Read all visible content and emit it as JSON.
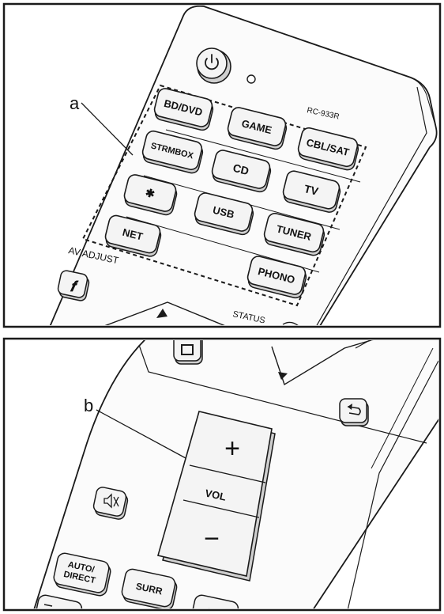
{
  "top_panel": {
    "callout_a": "a",
    "model": "RC-933R",
    "av_adjust": "AV ADJUST",
    "status": "STATUS",
    "input_buttons": [
      {
        "id": "bd-dvd",
        "label": "BD/DVD"
      },
      {
        "id": "game",
        "label": "GAME"
      },
      {
        "id": "cbl-sat",
        "label": "CBL/SAT"
      },
      {
        "id": "strmbox",
        "label": "STRMBOX"
      },
      {
        "id": "cd",
        "label": "CD"
      },
      {
        "id": "tv",
        "label": "TV"
      },
      {
        "id": "bluetooth",
        "label": "✱"
      },
      {
        "id": "usb",
        "label": "USB"
      },
      {
        "id": "tuner",
        "label": "TUNER"
      },
      {
        "id": "net",
        "label": "NET"
      },
      {
        "id": "phono",
        "label": "PHONO"
      }
    ]
  },
  "bottom_panel": {
    "callout_b": "b",
    "vol_plus": "+",
    "vol_label": "VOL",
    "vol_minus": "−",
    "auto_direct_line1": "AUTO/",
    "auto_direct_line2": "DIRECT",
    "surr": "SURR"
  },
  "colors": {
    "outline": "#1a1a1a",
    "button_face": "#f4f4f4",
    "button_shadow": "#cfcfcf"
  }
}
